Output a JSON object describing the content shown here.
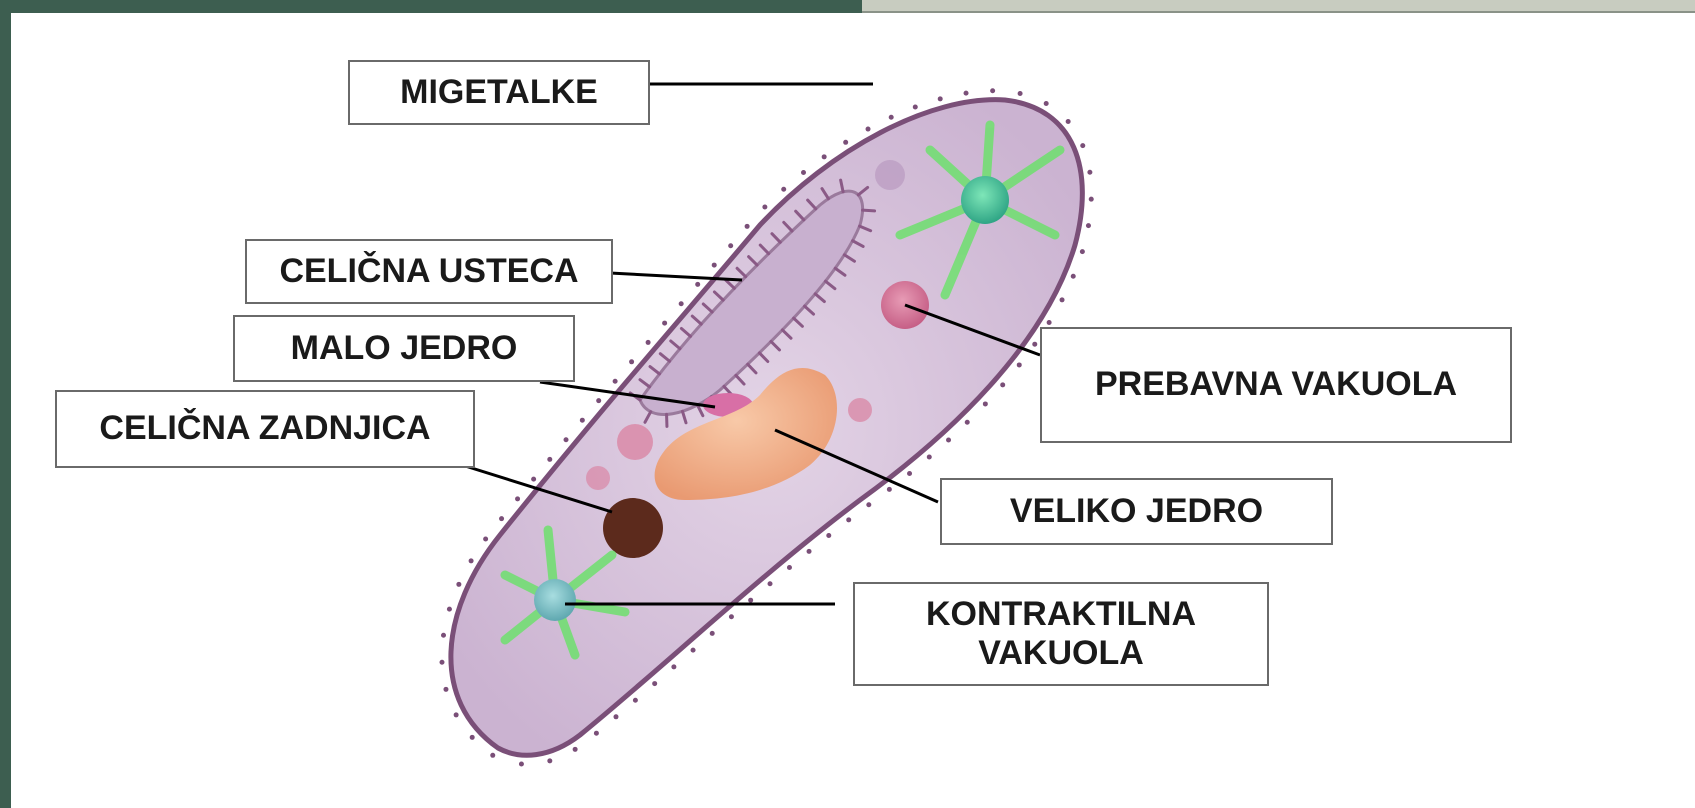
{
  "diagram": {
    "labels": {
      "migetalke": "MIGETALKE",
      "celicna_usteca": "CELIČNA USTECA",
      "malo_jedro": "MALO JEDRO",
      "celicna_zadnjica": "CELIČNA ZADNJICA",
      "prebavna_vakuola": "PREBAVNA VAKUOLA",
      "veliko_jedro": "VELIKO JEDRO",
      "kontraktilna_line1": "KONTRAKTILNA",
      "kontraktilna_line2": "VAKUOLA"
    }
  },
  "colors": {
    "frame": "#3d5e50",
    "cell_fill": "#d9c8dd",
    "cell_membrane": "#7a4f78",
    "macronucleus": "#f2b08a",
    "micronucleus": "#d86fa6",
    "anal_pore": "#5c2a1c",
    "contractile_vacuole": "#7fc3c8",
    "radial_canals": "#6ee06e"
  }
}
